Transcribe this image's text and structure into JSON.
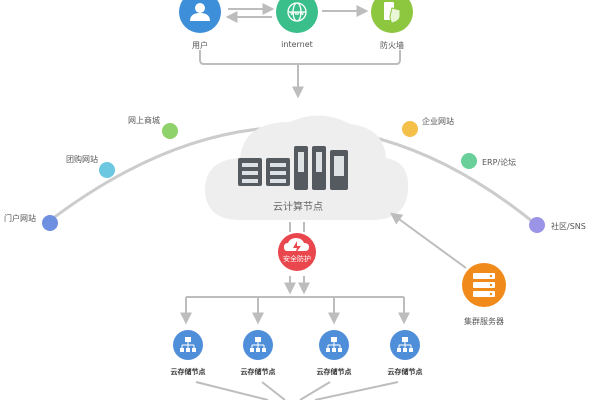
{
  "top_nodes": [
    {
      "label": "用户",
      "icon": "user-icon",
      "color": "#3d8fd9"
    },
    {
      "label": "internet",
      "icon": "globe-icon",
      "color": "#3bbf8a"
    },
    {
      "label": "防火墙",
      "icon": "firewall-shield-icon",
      "color": "#8dc63f"
    }
  ],
  "arc_nodes": [
    {
      "label": "门户网站",
      "color": "#6f8fe0"
    },
    {
      "label": "团购网站",
      "color": "#6cc7e0"
    },
    {
      "label": "网上商城",
      "color": "#8fd16a"
    },
    {
      "label": "企业网站",
      "color": "#f5c04a"
    },
    {
      "label": "ERP/论坛",
      "color": "#6ad09a"
    },
    {
      "label": "社区/SNS",
      "color": "#9b93e6"
    }
  ],
  "cloud": {
    "label": "云计算节点"
  },
  "security_badge": {
    "label": "安全防护",
    "icon": "cloud-lightning-icon",
    "color": "#e9474d"
  },
  "cluster_server": {
    "label": "集群服务器",
    "icon": "server-rack-icon",
    "color": "#f08a1a"
  },
  "storage_nodes": [
    {
      "label": "云存储节点",
      "icon": "network-tree-icon",
      "color": "#4f8fd9"
    },
    {
      "label": "云存储节点",
      "icon": "network-tree-icon",
      "color": "#4f8fd9"
    },
    {
      "label": "云存储节点",
      "icon": "network-tree-icon",
      "color": "#4f8fd9"
    },
    {
      "label": "云存储节点",
      "icon": "network-tree-icon",
      "color": "#4f8fd9"
    }
  ],
  "colors": {
    "arc": "#cccccc",
    "connector": "#bdbdbd",
    "cloud": "#eeeeee",
    "server": "#555a60"
  }
}
